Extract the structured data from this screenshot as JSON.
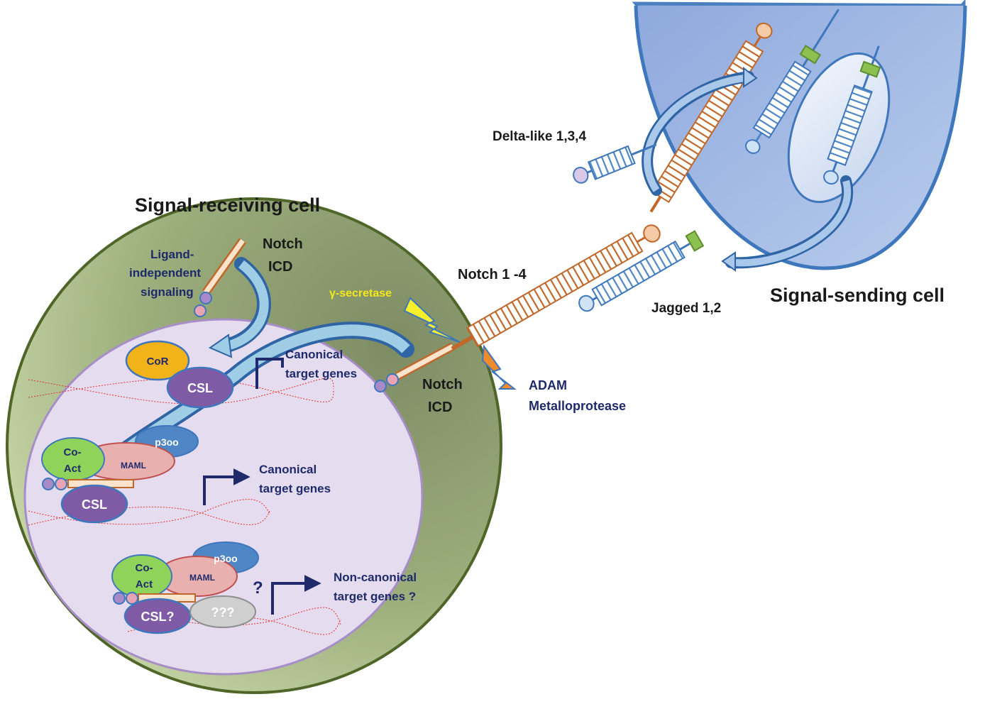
{
  "labels": {
    "receiving_cell": "Signal-receiving cell",
    "sending_cell": "Signal-sending cell",
    "notch_icd_top_1": "Notch",
    "notch_icd_top_2": "ICD",
    "ligand_independent_1": "Ligand-",
    "ligand_independent_2": "independent",
    "ligand_independent_3": "signaling",
    "gamma_secretase": "γ-secretase",
    "notch_receptor": "Notch 1 -4",
    "delta_like": "Delta-like 1,3,4",
    "jagged": "Jagged 1,2",
    "adam_1": "ADAM",
    "adam_2": "Metalloprotease",
    "notch_icd_mid_1": "Notch",
    "notch_icd_mid_2": "ICD",
    "canonical_repressed_1": "Canonical",
    "canonical_repressed_2": "target genes",
    "canonical_active_1": "Canonical",
    "canonical_active_2": "target genes",
    "noncanonical_1": "Non-canonical",
    "noncanonical_2": "target genes ?",
    "question_mark": "?"
  },
  "proteins": {
    "cor": "CoR",
    "csl_top": "CSL",
    "p300_mid": "p3oo",
    "maml_mid": "MAML",
    "coact_mid_1": "Co-",
    "coact_mid_2": "Act",
    "csl_mid": "CSL",
    "p300_bot": "p3oo",
    "maml_bot": "MAML",
    "coact_bot_1": "Co-",
    "coact_bot_2": "Act",
    "csl_bot": "CSL?",
    "unknown": "???"
  },
  "colors": {
    "outer_cell": "#8a9a6a",
    "nucleus": "#e6dcef",
    "sending_cell": "#9fb6e3",
    "notch": "#c0682a",
    "ligand": "#6aa2d8",
    "cor": "#f2b21a",
    "csl": "#7f5ba6",
    "maml": "#e9b0b0",
    "p300": "#4f86c6",
    "coact": "#8fd35a",
    "unknown": "#cfcfcf",
    "arrow": "#6fb8d6",
    "navy": "#1f2a6b",
    "gamma": "#f5f02a",
    "adam": "#f08a2a"
  }
}
